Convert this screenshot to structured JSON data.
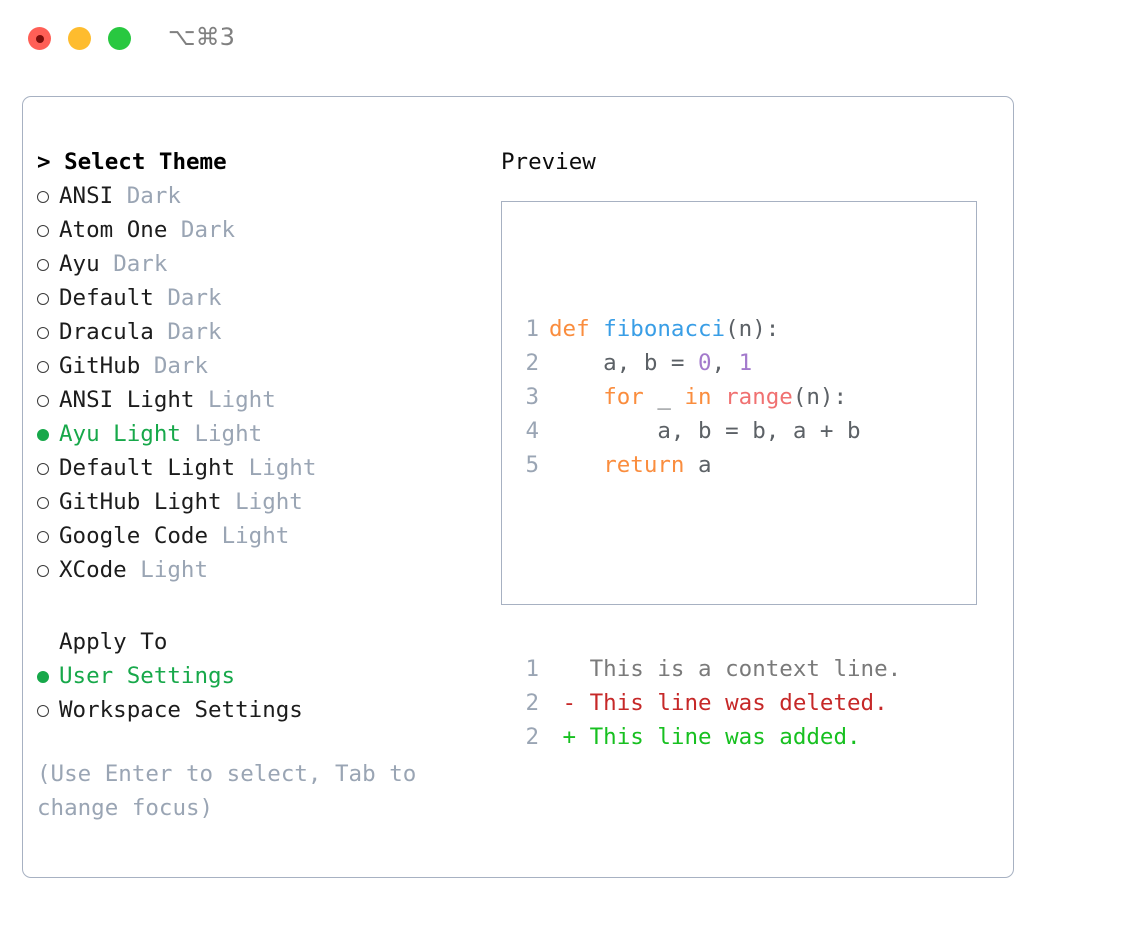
{
  "titlebar": {
    "title": "⌥⌘3",
    "traffic_lights": [
      {
        "name": "close",
        "color": "#ff5f56"
      },
      {
        "name": "minimize",
        "color": "#febc2e"
      },
      {
        "name": "maximize",
        "color": "#28c840"
      }
    ]
  },
  "theme_picker": {
    "heading": "> Select Theme",
    "items": [
      {
        "marker": "○",
        "label": "ANSI",
        "tag": "Dark",
        "selected": false
      },
      {
        "marker": "○",
        "label": "Atom One",
        "tag": "Dark",
        "selected": false
      },
      {
        "marker": "○",
        "label": "Ayu",
        "tag": "Dark",
        "selected": false
      },
      {
        "marker": "○",
        "label": "Default",
        "tag": "Dark",
        "selected": false
      },
      {
        "marker": "○",
        "label": "Dracula",
        "tag": "Dark",
        "selected": false
      },
      {
        "marker": "○",
        "label": "GitHub",
        "tag": "Dark",
        "selected": false
      },
      {
        "marker": "○",
        "label": "ANSI Light",
        "tag": "Light",
        "selected": false
      },
      {
        "marker": "●",
        "label": "Ayu Light",
        "tag": "Light",
        "selected": true
      },
      {
        "marker": "○",
        "label": "Default Light",
        "tag": "Light",
        "selected": false
      },
      {
        "marker": "○",
        "label": "GitHub Light",
        "tag": "Light",
        "selected": false
      },
      {
        "marker": "○",
        "label": "Google Code",
        "tag": "Light",
        "selected": false
      },
      {
        "marker": "○",
        "label": "XCode",
        "tag": "Light",
        "selected": false
      }
    ]
  },
  "apply_to": {
    "heading": "Apply To",
    "items": [
      {
        "marker": "●",
        "label": "User Settings",
        "selected": true
      },
      {
        "marker": "○",
        "label": "Workspace Settings",
        "selected": false
      }
    ]
  },
  "hint": "(Use Enter to select, Tab to change focus)",
  "preview": {
    "title": "Preview",
    "code_lines": [
      {
        "num": "1",
        "tokens": [
          {
            "t": "def",
            "c": "kw"
          },
          {
            "t": " ",
            "c": "pun"
          },
          {
            "t": "fibonacci",
            "c": "fn"
          },
          {
            "t": "(n):",
            "c": "pun"
          }
        ]
      },
      {
        "num": "2",
        "tokens": [
          {
            "t": "    a, b = ",
            "c": "var"
          },
          {
            "t": "0",
            "c": "num"
          },
          {
            "t": ", ",
            "c": "pun"
          },
          {
            "t": "1",
            "c": "num"
          }
        ]
      },
      {
        "num": "3",
        "tokens": [
          {
            "t": "    ",
            "c": "pun"
          },
          {
            "t": "for",
            "c": "kw"
          },
          {
            "t": " _ ",
            "c": "var"
          },
          {
            "t": "in",
            "c": "kw"
          },
          {
            "t": " ",
            "c": "pun"
          },
          {
            "t": "range",
            "c": "bi"
          },
          {
            "t": "(n):",
            "c": "pun"
          }
        ]
      },
      {
        "num": "4",
        "tokens": [
          {
            "t": "        a, b = b, a + b",
            "c": "var"
          }
        ]
      },
      {
        "num": "5",
        "tokens": [
          {
            "t": "    ",
            "c": "pun"
          },
          {
            "t": "return",
            "c": "kw"
          },
          {
            "t": " a",
            "c": "var"
          }
        ]
      }
    ],
    "diff_lines": [
      {
        "num": "1",
        "sign": " ",
        "text": "This is a context line.",
        "kind": "ctx"
      },
      {
        "num": "2",
        "sign": "-",
        "text": "This line was deleted.",
        "kind": "del"
      },
      {
        "num": "2",
        "sign": "+",
        "text": "This line was added.",
        "kind": "add"
      }
    ]
  },
  "colors": {
    "accent_green": "#17a84a",
    "tag_gray": "#9aa5b4",
    "border": "#a7b1c2",
    "kw_orange": "#fa8d3e",
    "fn_blue": "#399ee6",
    "builtin_red": "#f07171",
    "number_purple": "#a37acc",
    "diff_delete": "#c62828",
    "diff_add": "#17c020"
  }
}
